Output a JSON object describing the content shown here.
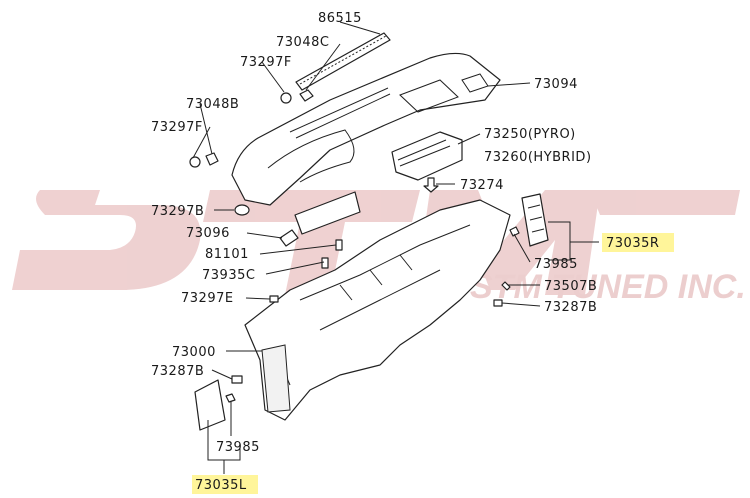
{
  "watermark": {
    "logo": "STM",
    "tagline": "STM TUNED INC."
  },
  "callouts": {
    "p86515": "86515",
    "p73048C": "73048C",
    "p73297F_top": "73297F",
    "p73094": "73094",
    "p73048B": "73048B",
    "p73297F_left": "73297F",
    "p73250": "73250(PYRO)",
    "p73260": "73260(HYBRID)",
    "p73274": "73274",
    "p73297B": "73297B",
    "p73096": "73096",
    "p81101": "81101",
    "p73935C": "73935C",
    "p73297E": "73297E",
    "p73035R": "73035R",
    "p73985_right": "73985",
    "p73507B": "73507B",
    "p73287B_right": "73287B",
    "p73000": "73000",
    "p73287B_left": "73287B",
    "p73985_left": "73985",
    "p73035L": "73035L"
  },
  "colors": {
    "highlight": "#fff59a",
    "watermark": "#e9c6c6",
    "line": "#222222"
  }
}
